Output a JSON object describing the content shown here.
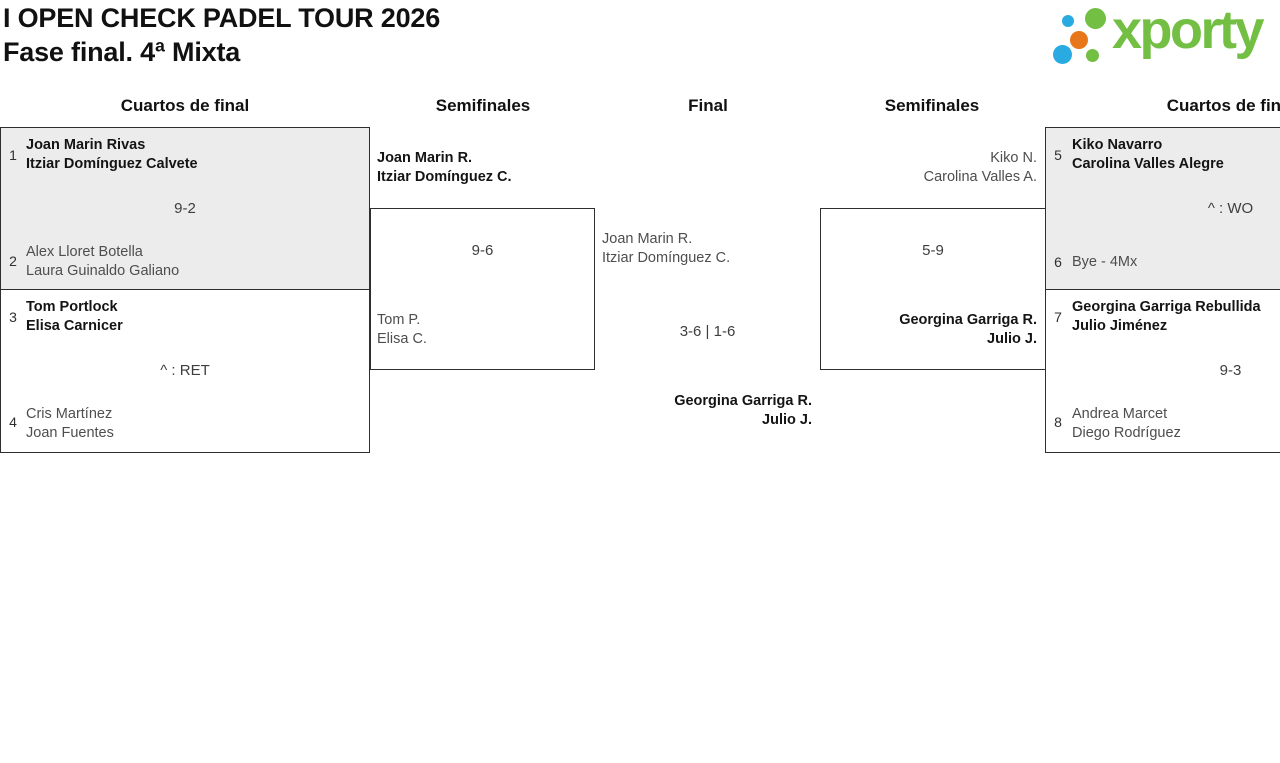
{
  "header": {
    "title": "I OPEN CHECK PADEL TOUR 2026",
    "subtitle": "Fase final. 4ª Mixta"
  },
  "logo": {
    "brand": "xporty",
    "colors": {
      "green": "#72bf44",
      "blue": "#29abe2",
      "orange": "#e8761a"
    }
  },
  "round_headers": {
    "qf_left": "Cuartos de final",
    "sf_left": "Semifinales",
    "final": "Final",
    "sf_right": "Semifinales",
    "qf_right": "Cuartos de final"
  },
  "matches": {
    "qf1": {
      "seed_top": "1",
      "seed_bottom": "2",
      "team_top": [
        "Joan Marin Rivas",
        "Itziar Domínguez Calvete"
      ],
      "team_bottom": [
        "Alex Lloret Botella",
        "Laura Guinaldo Galiano"
      ],
      "score": "9-2",
      "winner": "top"
    },
    "qf2": {
      "seed_top": "3",
      "seed_bottom": "4",
      "team_top": [
        "Tom Portlock",
        "Elisa Carnicer"
      ],
      "team_bottom": [
        "Cris Martínez",
        "Joan Fuentes"
      ],
      "score": "^ : RET",
      "winner": "top"
    },
    "sf_left": {
      "team_top": [
        "Joan Marin R.",
        "Itziar Domínguez C."
      ],
      "team_bottom": [
        "Tom P.",
        "Elisa C."
      ],
      "score": "9-6",
      "winner": "top"
    },
    "final": {
      "team_top": [
        "Joan Marin R.",
        "Itziar Domínguez C."
      ],
      "team_bottom": [
        "Georgina Garriga R.",
        "Julio J."
      ],
      "score": "3-6 | 1-6",
      "winner": "bottom"
    },
    "sf_right": {
      "team_top": [
        "Kiko N.",
        "Carolina Valles A."
      ],
      "team_bottom": [
        "Georgina Garriga R.",
        "Julio J."
      ],
      "score": "5-9",
      "winner": "bottom"
    },
    "qf3": {
      "seed_top": "5",
      "seed_bottom": "6",
      "team_top": [
        "Kiko Navarro",
        "Carolina Valles Alegre"
      ],
      "team_bottom": [
        "Bye - 4Mx"
      ],
      "score": "^ : WO",
      "winner": "top"
    },
    "qf4": {
      "seed_top": "7",
      "seed_bottom": "8",
      "team_top": [
        "Georgina Garriga Rebullida",
        "Julio Jiménez"
      ],
      "team_bottom": [
        "Andrea Marcet",
        "Diego Rodríguez"
      ],
      "score": "9-3",
      "winner": "top"
    }
  }
}
